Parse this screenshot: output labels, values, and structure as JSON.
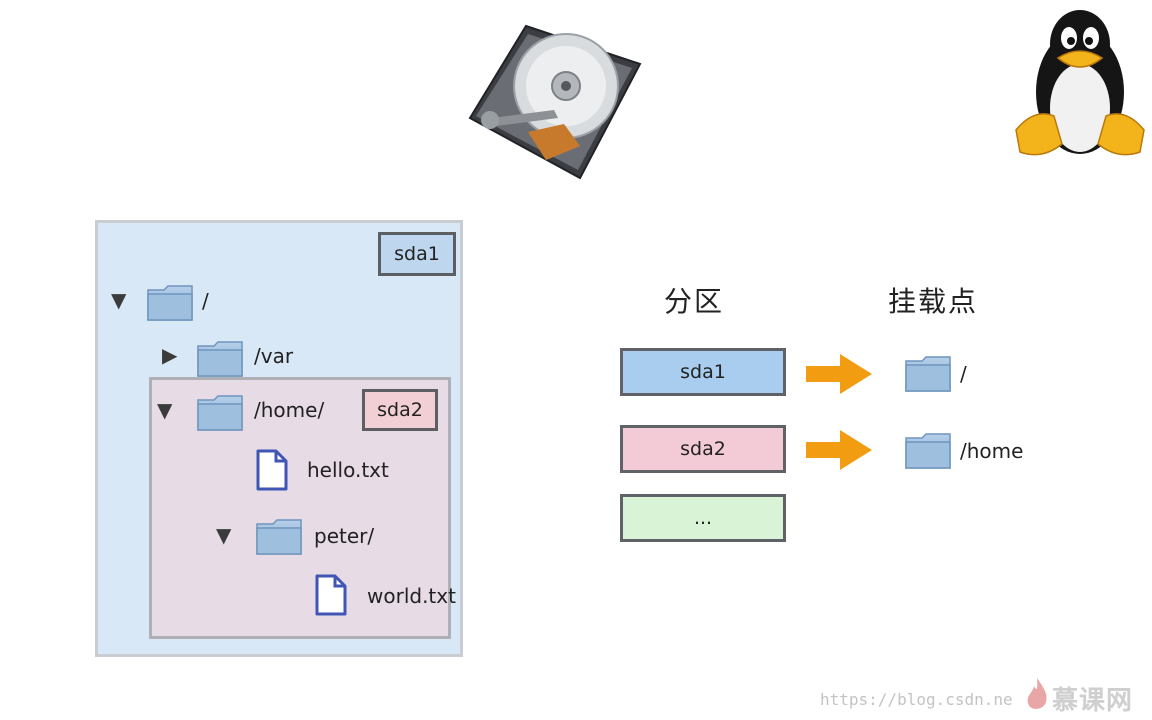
{
  "tree": {
    "badge_sda1": "sda1",
    "badge_sda2": "sda2",
    "items": [
      {
        "label": "/"
      },
      {
        "label": "/var"
      },
      {
        "label": "/home/"
      },
      {
        "label": "hello.txt"
      },
      {
        "label": "peter/"
      },
      {
        "label": "world.txt"
      }
    ]
  },
  "mapping": {
    "partition_heading": "分区",
    "mountpoint_heading": "挂载点",
    "partitions": [
      {
        "label": "sda1",
        "color": "#a8cdee"
      },
      {
        "label": "sda2",
        "color": "#f2cbd6"
      },
      {
        "label": "...",
        "color": "#d9f3d6"
      }
    ],
    "mountpoints": [
      {
        "label": "/"
      },
      {
        "label": "/home"
      }
    ],
    "arrow_color": "#f29c12"
  },
  "watermark": {
    "url": "https://blog.csdn.ne",
    "brand": "慕课网"
  }
}
